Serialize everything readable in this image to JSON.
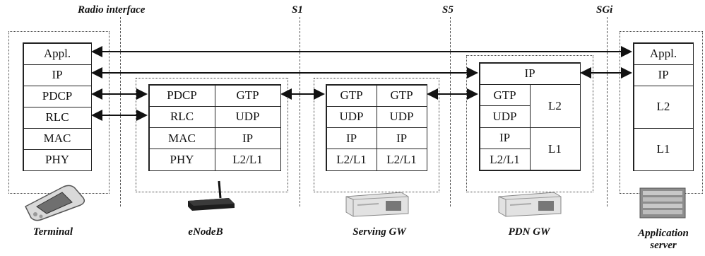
{
  "interfaces": [
    "Radio interface",
    "S1",
    "S5",
    "SGi"
  ],
  "nodes": {
    "terminal": {
      "label": "Terminal",
      "stack": [
        "Appl.",
        "IP",
        "PDCP",
        "RLC",
        "MAC",
        "PHY"
      ]
    },
    "enodeb": {
      "label": "eNodeB",
      "left": [
        "PDCP",
        "RLC",
        "MAC",
        "PHY"
      ],
      "right": [
        "GTP",
        "UDP",
        "IP",
        "L2/L1"
      ]
    },
    "serving_gw": {
      "label": "Serving GW",
      "left": [
        "GTP",
        "UDP",
        "IP",
        "L2/L1"
      ],
      "right": [
        "GTP",
        "UDP",
        "IP",
        "L2/L1"
      ]
    },
    "pdn_gw": {
      "label": "PDN GW",
      "top": "IP",
      "left": [
        "GTP",
        "UDP",
        "IP",
        "L2/L1"
      ],
      "right": [
        "L2",
        "L1"
      ]
    },
    "app_server": {
      "label_line1": "Application",
      "label_line2": "server",
      "stack": [
        "Appl.",
        "IP",
        "L2",
        "L1"
      ]
    }
  },
  "icons": [
    "pda-icon",
    "router-icon",
    "server-icon",
    "server-icon",
    "server-rack-icon"
  ]
}
